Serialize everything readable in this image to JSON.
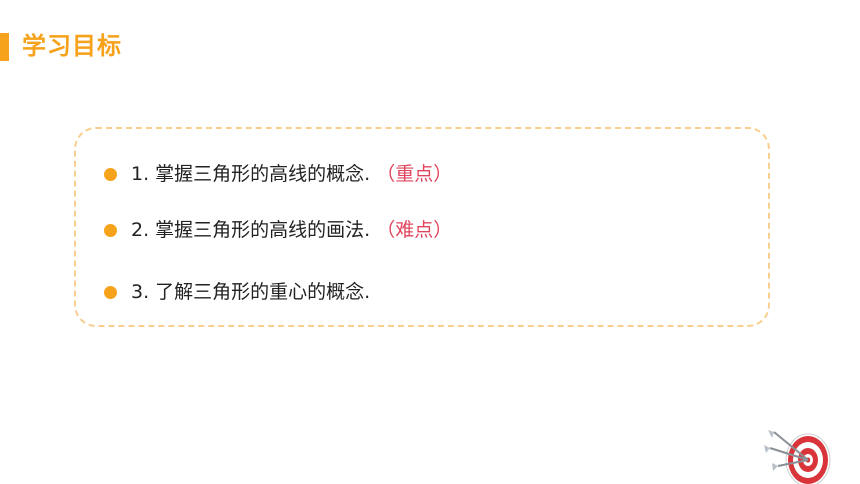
{
  "header": {
    "title": "学习目标"
  },
  "objectives": [
    {
      "text": "1. 掌握三角形的高线的概念.",
      "note": "（重点）"
    },
    {
      "text": "2. 掌握三角形的高线的画法.",
      "note": "（难点）"
    },
    {
      "text": "3. 了解三角形的重心的概念.",
      "note": ""
    }
  ],
  "colors": {
    "accent": "#f7a21b",
    "note": "#e0455e",
    "border": "#f8cf8e"
  },
  "icons": {
    "decoration": "target-dart-icon"
  }
}
